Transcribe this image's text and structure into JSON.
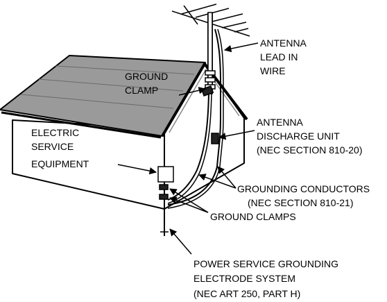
{
  "labels": {
    "antenna_lead_in": [
      "ANTENNA",
      "LEAD IN",
      "WIRE"
    ],
    "ground_clamp": [
      "GROUND",
      "CLAMP"
    ],
    "antenna_discharge": [
      "ANTENNA",
      "DISCHARGE UNIT",
      "(NEC SECTION 810-20)"
    ],
    "electric_service": [
      "ELECTRIC",
      "SERVICE",
      "EQUIPMENT"
    ],
    "grounding_conductors": [
      "GROUNDING CONDUCTORS",
      "(NEC SECTION 810-21)"
    ],
    "ground_clamps": [
      "GROUND CLAMPS"
    ],
    "power_service": [
      "POWER SERVICE GROUNDING",
      "ELECTRODE SYSTEM",
      "(NEC ART 250, PART H)"
    ]
  }
}
